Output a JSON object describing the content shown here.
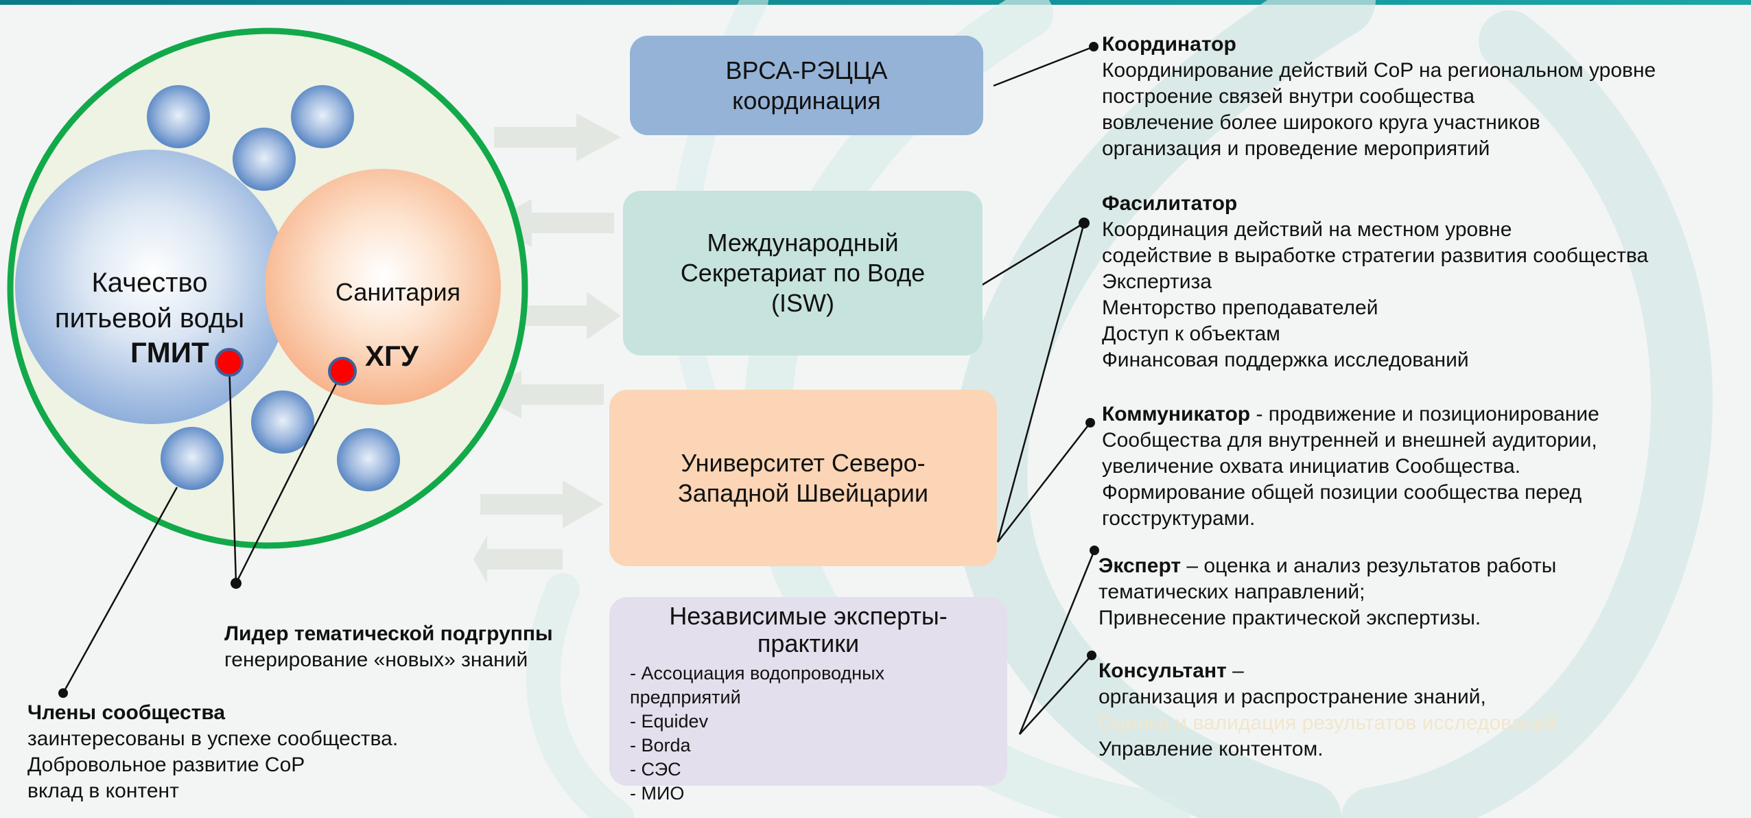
{
  "circle": {
    "water_line1": "Качество",
    "water_line2": "питьевой воды",
    "sanitation": "Санитария",
    "gmit": "ГМИТ",
    "hgu": "ХГУ"
  },
  "nodes": {
    "vrsa_line1": "ВРСА-РЭЦЦА",
    "vrsa_line2": "координация",
    "isw_line1": "Международный",
    "isw_line2": "Секретариат по Воде",
    "isw_line3": "(ISW)",
    "uni_line1": "Университет Северо-",
    "uni_line2": "Западной Швейцарии",
    "experts_line1": "Независимые эксперты-",
    "experts_line2": "практики",
    "experts_items": [
      "- Ассоциация водопроводных",
      "предприятий",
      "- Equidev",
      "- Borda",
      "- СЭС",
      "- МИО"
    ]
  },
  "roles": {
    "coordinator": {
      "title": "Координатор",
      "lines": [
        "Координирование действий CoP на региональном уровне",
        "построение связей внутри сообщества",
        "вовлечение более широкого круга участников",
        "организация и проведение мероприятий"
      ]
    },
    "facilitator": {
      "title": "Фасилитатор",
      "lines": [
        "Координация действий на местном уровне",
        "содействие в выработке стратегии развития сообщества",
        "Экспертиза",
        "Менторство преподавателей",
        "Доступ к объектам",
        "Финансовая поддержка исследований"
      ]
    },
    "communicator": {
      "title": "Коммуникатор",
      "title_suffix": " - продвижение и позиционирование",
      "lines": [
        "Сообщества для внутренней и внешней аудитории,",
        "увеличение охвата инициатив Сообщества.",
        "Формирование общей позиции сообщества перед",
        "госструктурами."
      ]
    },
    "expert": {
      "title": "Эксперт",
      "title_suffix": " – оценка и анализ результатов работы",
      "lines": [
        "тематических направлений;",
        "Привнесение практической экспертизы."
      ]
    },
    "consultant": {
      "title": "Консультант",
      "title_suffix": " –",
      "lines": [
        "организация и распространение знаний,",
        "Оценка и валидация результатов исследований",
        "Управление контентом."
      ]
    }
  },
  "leader": {
    "title": "Лидер тематической подгруппы",
    "line": "генерирование «новых» знаний"
  },
  "members": {
    "title": "Члены сообщества",
    "lines": [
      "заинтересованы в успехе сообщества.",
      "Добровольное развитие CoP",
      "вклад в контент"
    ]
  },
  "colors": {
    "outer_ring": "#12a94a",
    "vrsa": "#95b3d7",
    "isw": "#c6e3dd",
    "university": "#fbd5b5",
    "experts": "#e4dfec",
    "marker": "#ff0000"
  }
}
